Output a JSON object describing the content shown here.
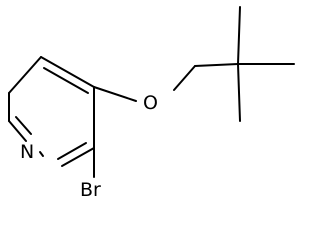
{
  "molecule": {
    "atoms": {
      "nitrogen": "N",
      "bromine": "Br",
      "oxygen": "O"
    }
  },
  "colors": {
    "background": "#ffffff",
    "ink": "#000000"
  }
}
